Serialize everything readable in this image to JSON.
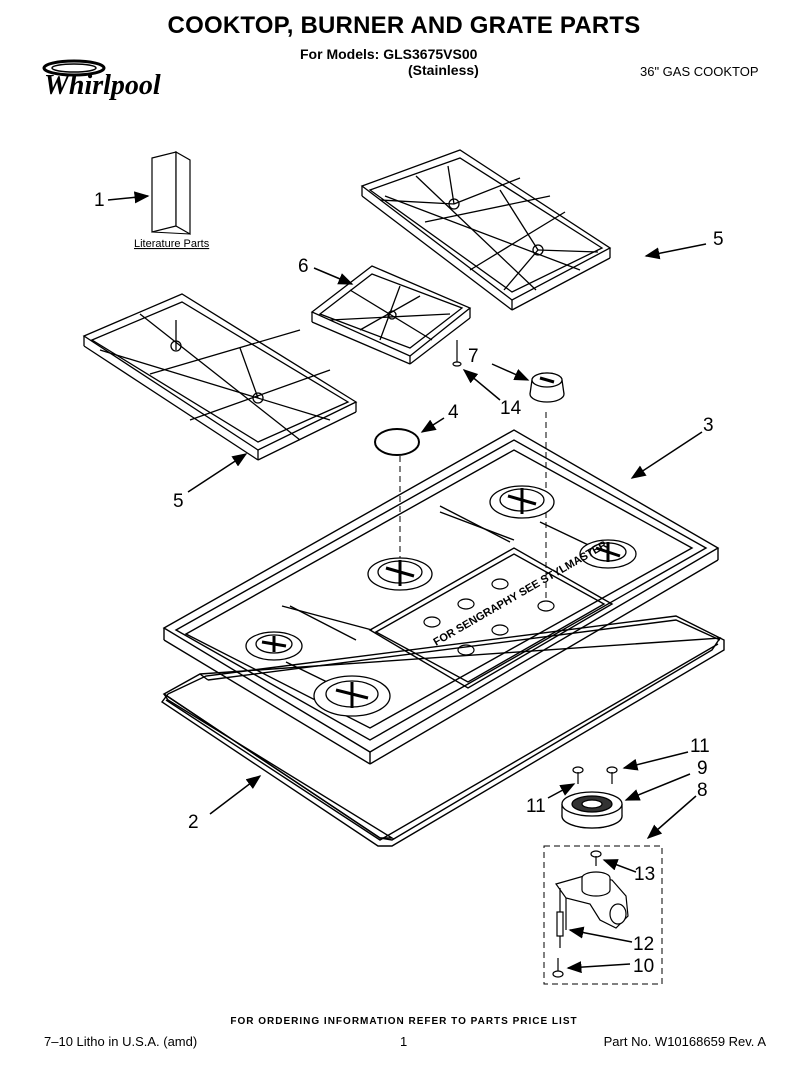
{
  "header": {
    "title": "COOKTOP, BURNER AND GRATE PARTS",
    "models_line": "For Models: GLS3675VS00",
    "stainless": "(Stainless)",
    "cooktop_type": "36\" GAS COOKTOP",
    "brand": "Whirlpool"
  },
  "labels": {
    "literature_parts": "Literature Parts",
    "plate_text": "FOR SENGRAPHY SEE STYLMASTER"
  },
  "callouts": {
    "c1": "1",
    "c2": "2",
    "c3": "3",
    "c4": "4",
    "c5a": "5",
    "c5b": "5",
    "c6": "6",
    "c7": "7",
    "c8": "8",
    "c9": "9",
    "c10": "10",
    "c11a": "11",
    "c11b": "11",
    "c12": "12",
    "c13": "13",
    "c14": "14"
  },
  "footer": {
    "order_note": "FOR ORDERING INFORMATION REFER TO PARTS PRICE LIST",
    "litho": "7–10 Litho in U.S.A. (amd)",
    "page": "1",
    "part_no": "Part No. W10168659 Rev. A"
  }
}
